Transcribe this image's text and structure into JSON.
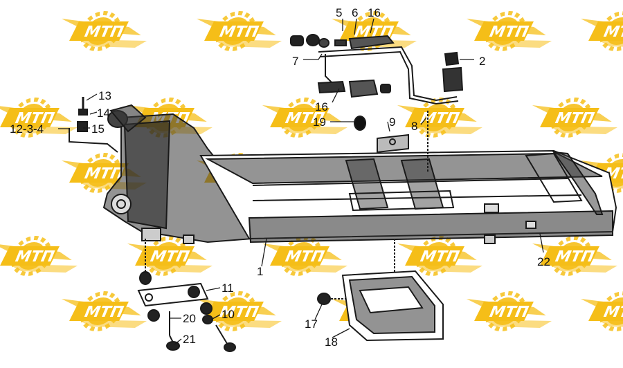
{
  "diagram": {
    "watermark": {
      "logo_text": "МТП",
      "logo_color": "#f5b800"
    },
    "callouts": [
      {
        "id": "c1",
        "text": "1"
      },
      {
        "id": "c2",
        "text": "2"
      },
      {
        "id": "c5",
        "text": "5"
      },
      {
        "id": "c6",
        "text": "6"
      },
      {
        "id": "c16a",
        "text": "16"
      },
      {
        "id": "c7",
        "text": "7"
      },
      {
        "id": "c13",
        "text": "13"
      },
      {
        "id": "c14",
        "text": "14"
      },
      {
        "id": "c15",
        "text": "15"
      },
      {
        "id": "c12",
        "text": "12-3-4"
      },
      {
        "id": "c16b",
        "text": "16"
      },
      {
        "id": "c19",
        "text": "19"
      },
      {
        "id": "c9",
        "text": "9"
      },
      {
        "id": "c8",
        "text": "8"
      },
      {
        "id": "c22",
        "text": "22"
      },
      {
        "id": "c11",
        "text": "11"
      },
      {
        "id": "c20",
        "text": "20"
      },
      {
        "id": "c10",
        "text": "10"
      },
      {
        "id": "c21",
        "text": "21"
      },
      {
        "id": "c17",
        "text": "17"
      },
      {
        "id": "c18",
        "text": "18"
      }
    ]
  }
}
